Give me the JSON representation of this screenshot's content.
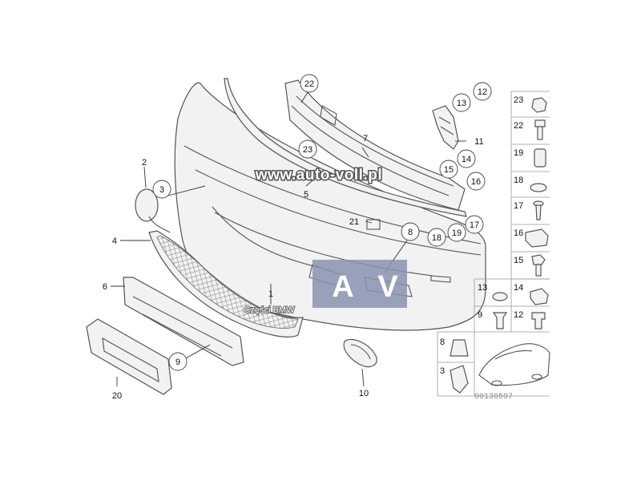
{
  "watermark": {
    "url_text": "www.auto-voll.pl",
    "logo_letter_a": "A",
    "logo_letter_v": "V",
    "logo_caption": "Części BMW"
  },
  "diagram_code": "00130597",
  "callouts": {
    "c1": "1",
    "c2": "2",
    "c3": "3",
    "c4": "4",
    "c5": "5",
    "c6": "6",
    "c7": "7",
    "c8": "8",
    "c9": "9",
    "c10": "10",
    "c11": "11",
    "c12": "12",
    "c13": "13",
    "c14": "14",
    "c15": "15",
    "c16": "16",
    "c17": "17",
    "c18": "18",
    "c19": "19",
    "c20": "20",
    "c21": "21",
    "c22a": "22",
    "c23a": "23"
  },
  "hardware_table": {
    "rows": [
      "23",
      "22",
      "19",
      "18",
      "17",
      "16",
      "15"
    ],
    "pairs_left": [
      "13",
      "9"
    ],
    "pairs_right": [
      "14",
      "12"
    ],
    "bottom": [
      "8",
      "3"
    ]
  }
}
